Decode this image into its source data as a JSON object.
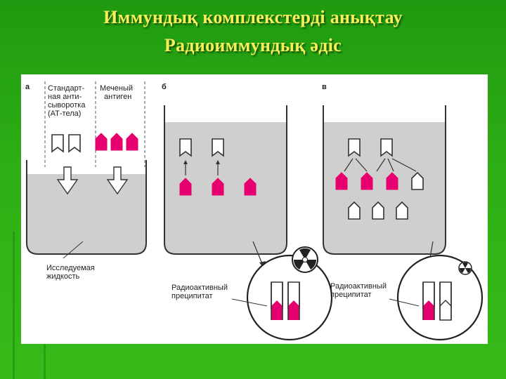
{
  "slide": {
    "title_line1": "Иммундық комплекстерді анықтау",
    "title_line2": "Радиоиммундық әдіс"
  },
  "figure": {
    "panel_a": {
      "letter": "а",
      "antiserum_label": [
        "Стандарт-",
        "ная анти-",
        "сыворотка",
        "(АТ-тела)"
      ],
      "labeled_antigen_label": [
        "Меченый",
        "антиген"
      ],
      "fluid_label": [
        "Исследуемая",
        "жидкость"
      ]
    },
    "panel_b": {
      "letter": "б",
      "precipitate_label": [
        "Радиоактивный",
        "преципитат"
      ]
    },
    "panel_c": {
      "letter": "в",
      "precipitate_label": [
        "Радиоактивный",
        "преципитат"
      ]
    },
    "colors": {
      "background": "#2fae16",
      "title": "#f6ef5a",
      "liquid": "#cfcfcf",
      "labeled_antigen": "#e6006f",
      "vessel_outline": "#333333"
    },
    "icons": [
      "radiation-icon"
    ]
  }
}
